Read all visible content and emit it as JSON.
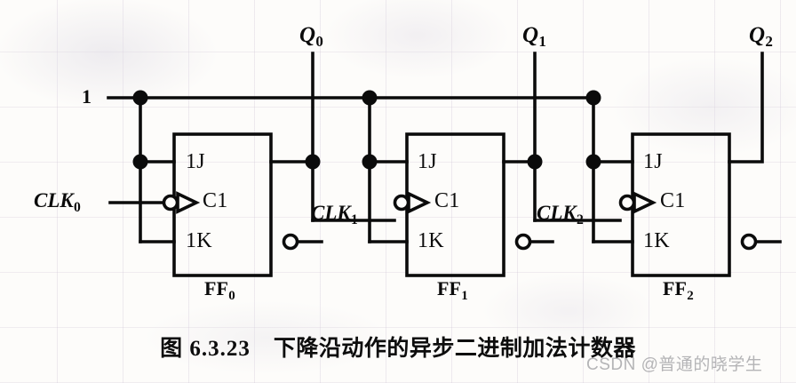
{
  "figure": {
    "caption_number": "图 6.3.23",
    "caption_text": "下降沿动作的异步二进制加法计数器",
    "watermark": "CSDN @普通的晓学生",
    "line_color": "#0b0b0b",
    "background_color": "#fdfcfa"
  },
  "bus": {
    "logic_one_label": "1"
  },
  "outputs": [
    {
      "name": "Q0",
      "base": "Q",
      "sub": "0"
    },
    {
      "name": "Q1",
      "base": "Q",
      "sub": "1"
    },
    {
      "name": "Q2",
      "base": "Q",
      "sub": "2"
    }
  ],
  "clocks": [
    {
      "name": "CLK0",
      "base": "CLK",
      "sub": "0"
    },
    {
      "name": "CLK1",
      "base": "CLK",
      "sub": "1"
    },
    {
      "name": "CLK2",
      "base": "CLK",
      "sub": "2"
    }
  ],
  "flipflops": [
    {
      "id": "FF0",
      "base": "FF",
      "sub": "0",
      "pins": {
        "j": "1J",
        "clk": "C1",
        "k": "1K"
      }
    },
    {
      "id": "FF1",
      "base": "FF",
      "sub": "1",
      "pins": {
        "j": "1J",
        "clk": "C1",
        "k": "1K"
      }
    },
    {
      "id": "FF2",
      "base": "FF",
      "sub": "2",
      "pins": {
        "j": "1J",
        "clk": "C1",
        "k": "1K"
      }
    }
  ]
}
